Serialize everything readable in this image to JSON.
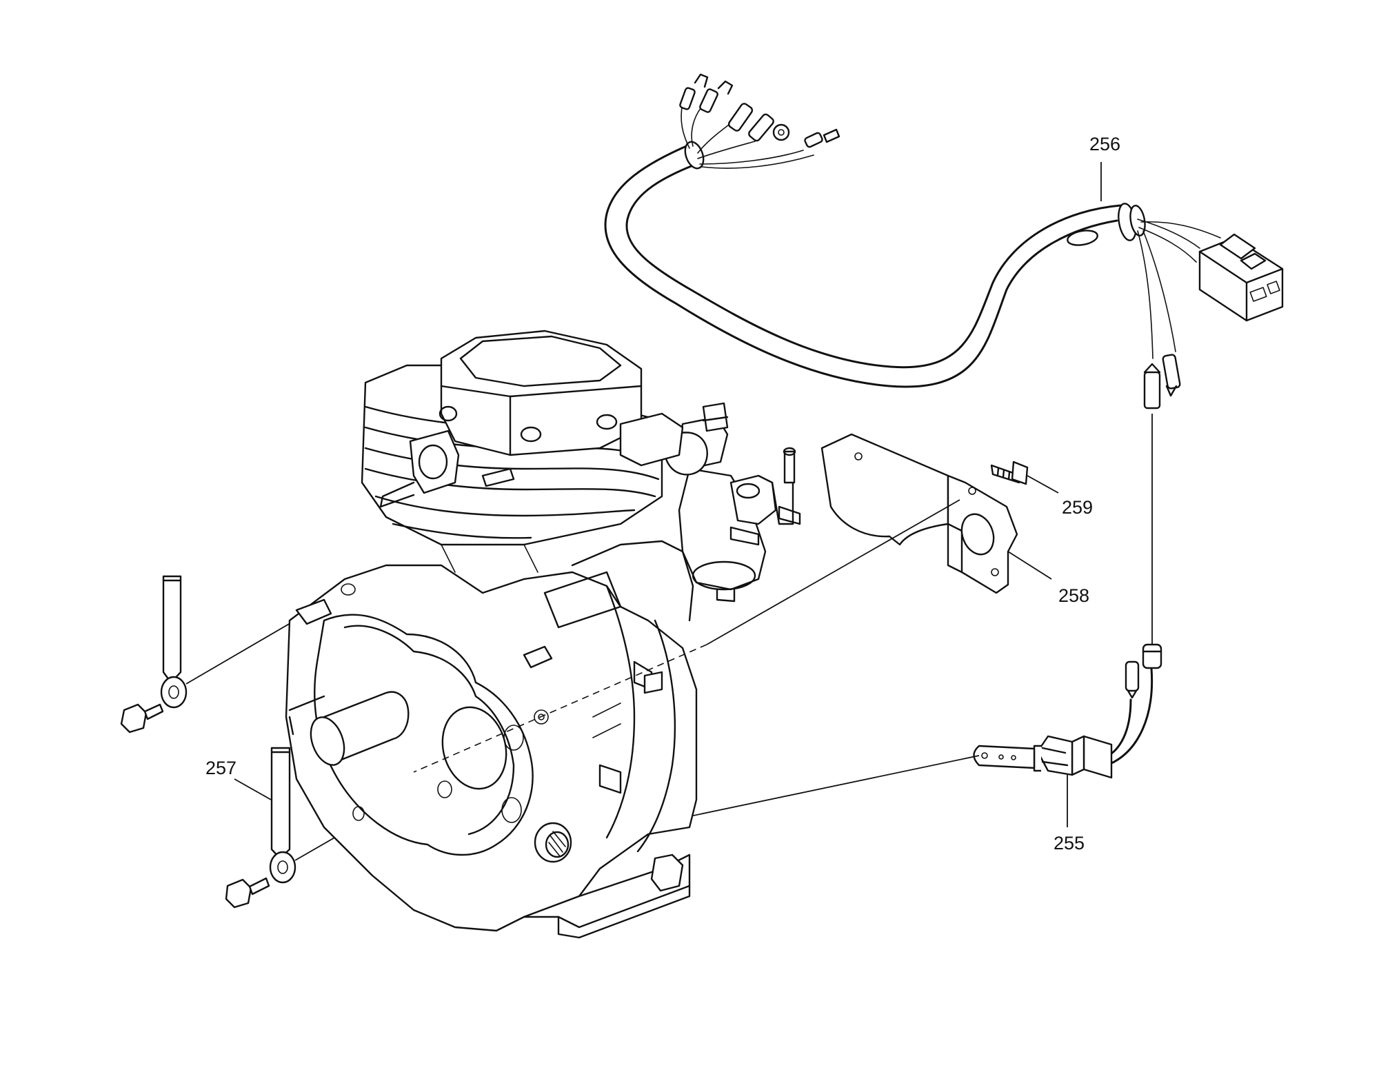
{
  "callouts": {
    "c255": "255",
    "c256": "256",
    "c257": "257",
    "c258": "258",
    "c259": "259"
  },
  "parts": {
    "engine": "engine-icon",
    "wire_harness": "wire-harness-icon",
    "oil_sensor": "oil-sensor-icon",
    "ground_strap": "ground-strap-icon",
    "bracket": "mounting-bracket-icon",
    "bolt": "bolt-icon"
  }
}
